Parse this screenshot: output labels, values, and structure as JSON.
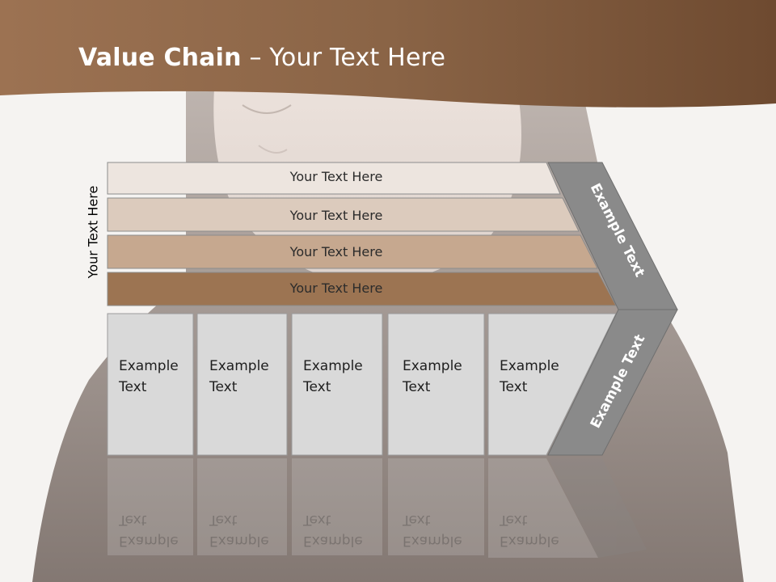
{
  "slide": {
    "title_bold": "Value Chain",
    "title_rest": " – Your Text Here",
    "side_label": "Your Text Here",
    "bars": [
      {
        "label": "Your Text Here",
        "color": "#ede5df"
      },
      {
        "label": "Your Text Here",
        "color": "#dccbbd"
      },
      {
        "label": "Your Text Here",
        "color": "#c6a88f"
      },
      {
        "label": "Your Text Here",
        "color": "#9c7452"
      }
    ],
    "boxes": [
      {
        "line1": "Example",
        "line2": "Text"
      },
      {
        "line1": "Example",
        "line2": "Text"
      },
      {
        "line1": "Example",
        "line2": "Text"
      },
      {
        "line1": "Example",
        "line2": "Text"
      },
      {
        "line1": "Example",
        "line2": "Text"
      }
    ],
    "arrow_top_label": "Example Text",
    "arrow_bottom_label": "Example Text",
    "header_color": "#7d5535",
    "box_color": "#d9d9d9",
    "arrow_color": "#8a8a8a"
  }
}
